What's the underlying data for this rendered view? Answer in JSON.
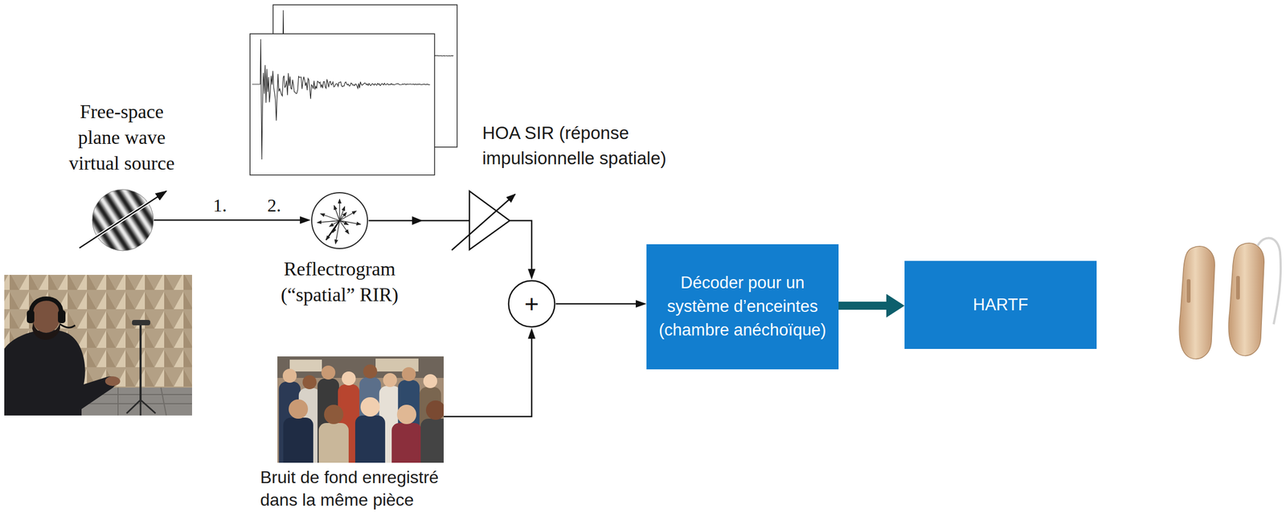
{
  "diagram": {
    "nodes": [
      {
        "text": [
          "Free-space plane wave virtual source"
        ]
      },
      {
        "text": [
          "Reflectrogram (“spatial” RIR)"
        ]
      },
      {
        "text": [
          "Bruit de fond enregistré dans la même pièce"
        ]
      },
      {
        "text": [
          "+"
        ]
      },
      {
        "text": [
          "Décoder pour un système d’enceintes (chambre anéchoïque)"
        ]
      },
      {
        "text": [
          "HARTF"
        ]
      }
    ],
    "edges": [
      {
        "from": 0,
        "to": 1,
        "arrow": "to"
      },
      {
        "from": 1,
        "to": 3,
        "arrow": "to"
      },
      {
        "from": 2,
        "to": 3,
        "arrow": "to"
      },
      {
        "from": 3,
        "to": 4,
        "arrow": "to"
      },
      {
        "from": 4,
        "to": 5,
        "arrow": "to"
      }
    ],
    "labels": [
      "1.",
      "2.",
      "HOA SIR (réponse impulsionnelle spatiale)"
    ]
  }
}
